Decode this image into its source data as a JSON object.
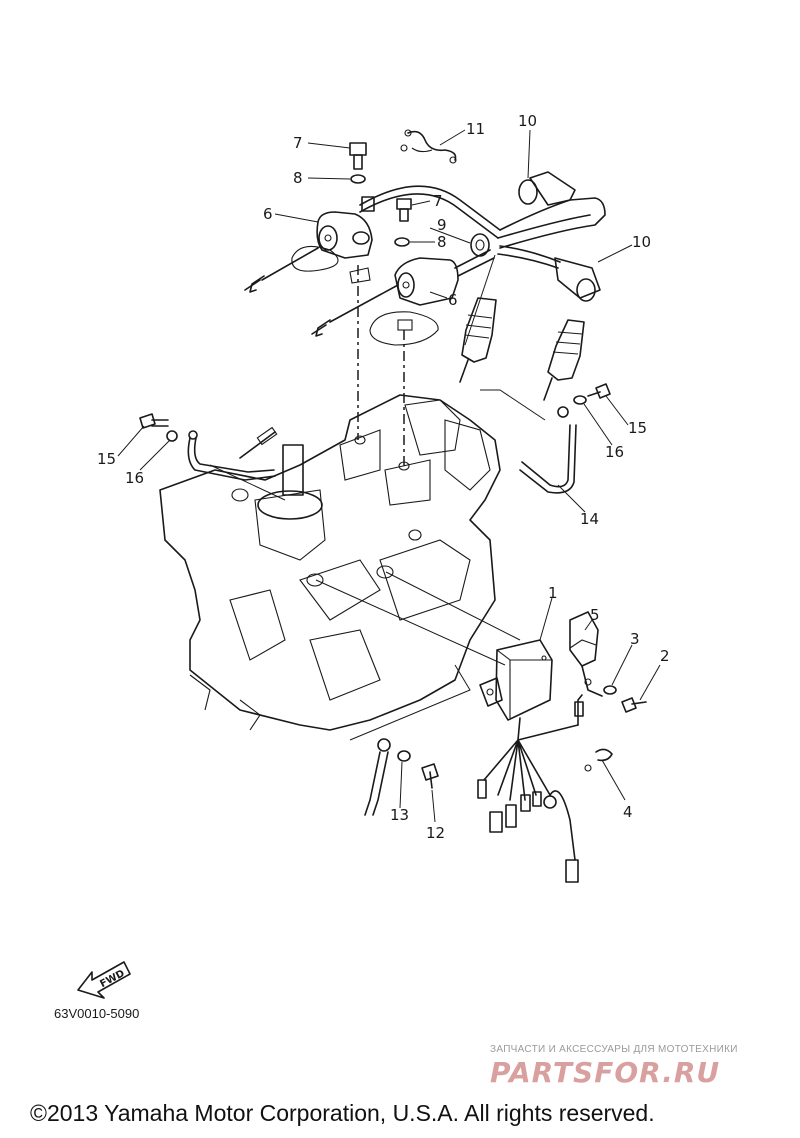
{
  "diagram": {
    "callouts": {
      "c1": "1",
      "c2": "2",
      "c3": "3",
      "c4": "4",
      "c5": "5",
      "c6a": "6",
      "c6b": "6",
      "c7a": "7",
      "c7b": "7",
      "c8a": "8",
      "c8b": "8",
      "c9": "9",
      "c10a": "10",
      "c10b": "10",
      "c11": "11",
      "c12": "12",
      "c13": "13",
      "c14": "14",
      "c15a": "15",
      "c15b": "15",
      "c16a": "16",
      "c16b": "16"
    },
    "fwd_label": "FWD",
    "diagram_code": "63V0010-5090"
  },
  "watermark": {
    "tagline": "ЗАПЧАСТИ И АКСЕССУАРЫ ДЛЯ МОТОТЕХНИКИ",
    "logo_text": "PARTSFOR.RU"
  },
  "footer": {
    "copyright": "©2013 Yamaha Motor Corporation, U.S.A. All rights reserved."
  }
}
